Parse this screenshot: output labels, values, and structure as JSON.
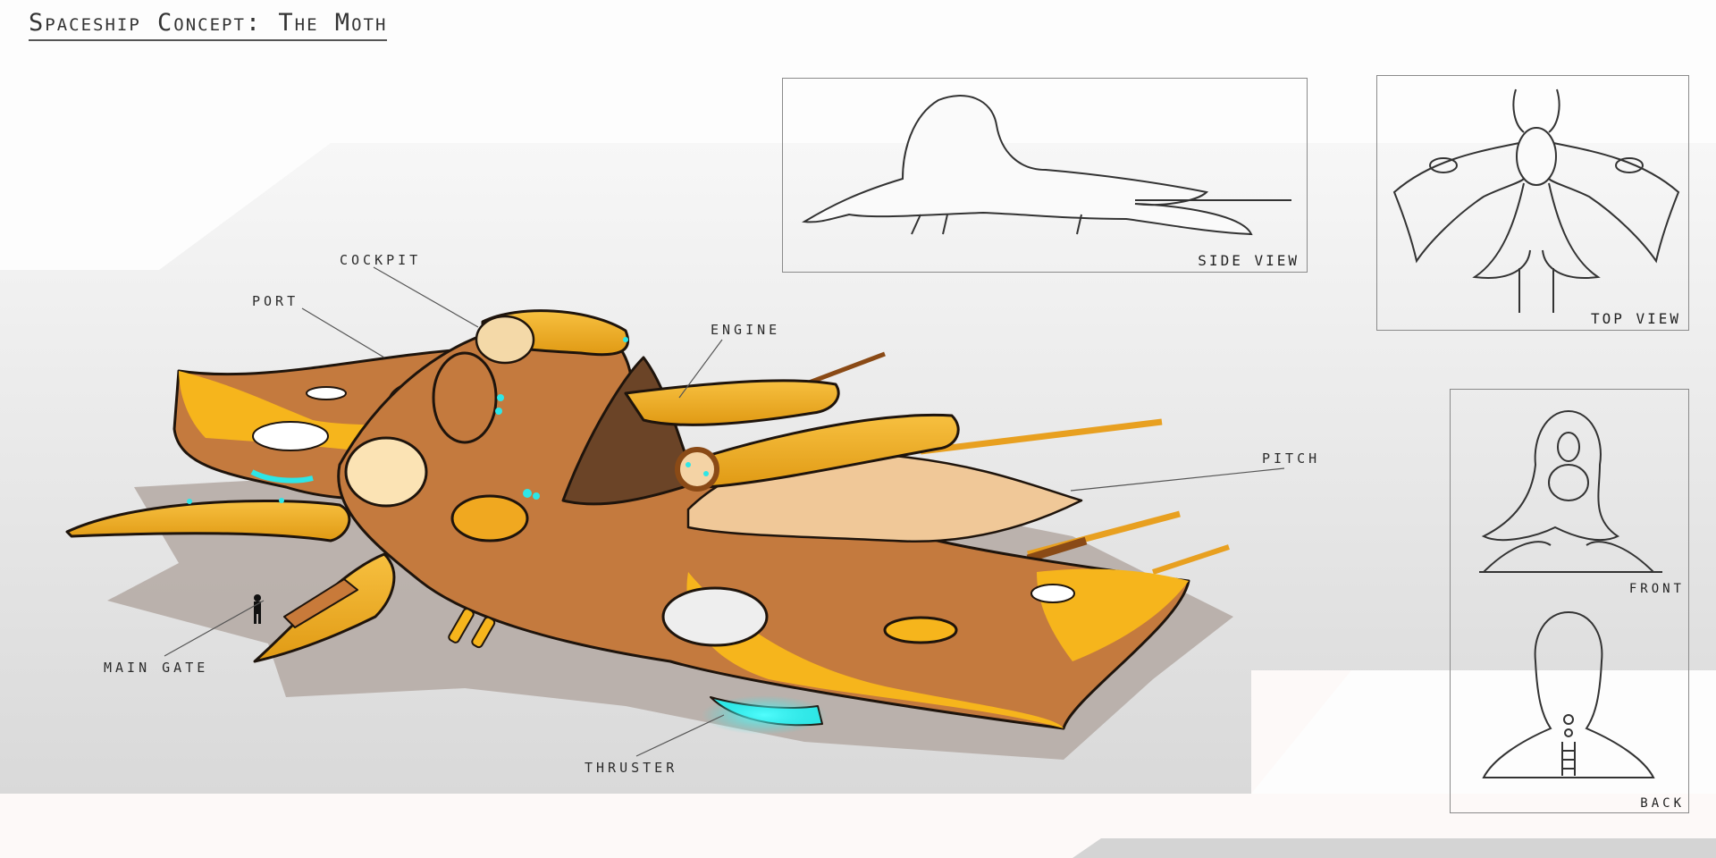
{
  "title": "Spaceship Concept: The Moth",
  "callouts": {
    "cockpit": "COCKPIT",
    "port": "PORT",
    "engine": "ENGINE",
    "pitch": "PITCH",
    "main_gate": "MAIN GATE",
    "thruster": "THRUSTER"
  },
  "views": {
    "side": "SIDE VIEW",
    "top": "TOP VIEW",
    "front": "FRONT",
    "back": "BACK"
  },
  "colors": {
    "hull_brown": "#c47a3e",
    "hull_yellow": "#f6b51c",
    "hull_dark": "#6b4427",
    "membrane": "#f0c898",
    "glow_cyan": "#2ee6e6",
    "shadow": "#b3a8a2",
    "background_light": "#f4f4f4",
    "background_band": "#d8d8d8",
    "floor": "#fdf9f8"
  }
}
